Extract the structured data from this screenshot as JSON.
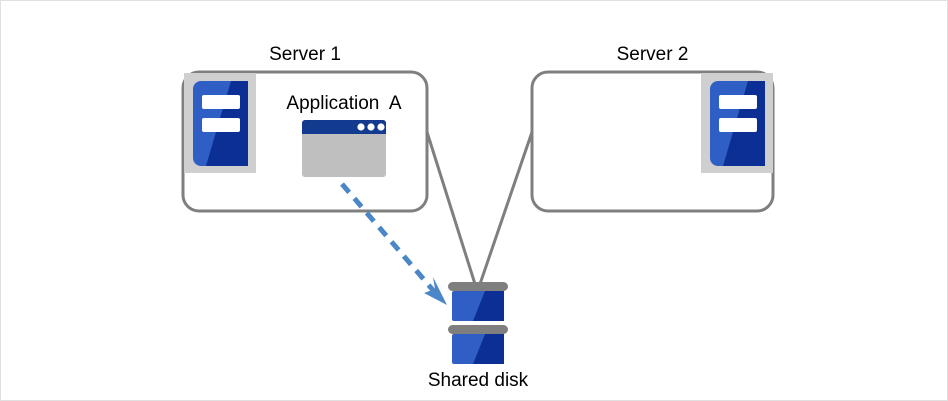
{
  "diagram": {
    "title_server1": "Server 1",
    "title_server2": "Server 2",
    "app_label": "Application  A",
    "disk_label": "Shared disk",
    "colors": {
      "box_border": "#7f7f7f",
      "icon_backing": "#cfcfcf",
      "icon_blue_light": "#2f5fc4",
      "icon_blue_dark": "#0b2f94",
      "window_titlebar": "#123b8f",
      "window_body": "#bfbfbf",
      "arrow_blue": "#4a86c8",
      "connector": "#7f7f7f",
      "disk_bar": "#7f7f7f",
      "canvas_border": "#e0e0e0",
      "text": "#000000"
    },
    "icons": {
      "server1": "server-icon",
      "server2": "server-icon",
      "application": "application-window-icon",
      "disk": "shared-disk-icon",
      "arrow": "dashed-arrow-icon"
    },
    "window_dots": 3,
    "disk_platters": 2
  }
}
